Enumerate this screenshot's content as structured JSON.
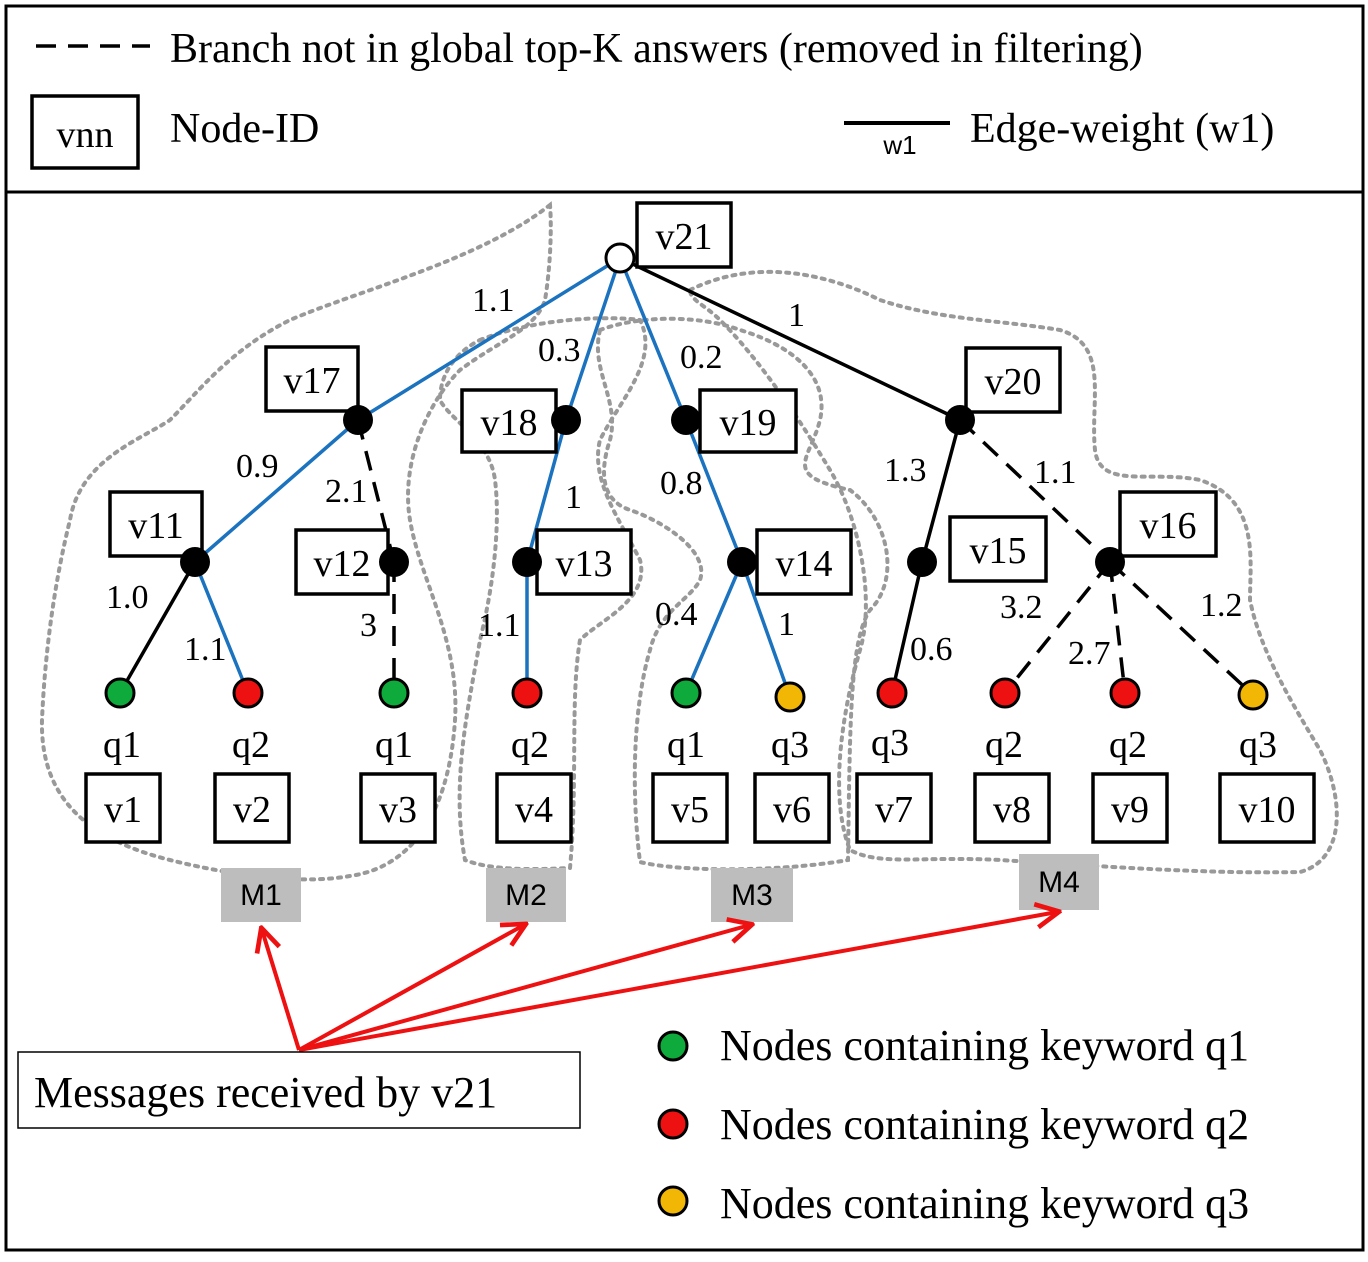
{
  "legend": {
    "dashed_text": "Branch not in global top-K answers (removed in filtering)",
    "node_id_box": "vnn",
    "node_id_text": "Node-ID",
    "edge_sample_weight": "w1",
    "edge_weight_text": "Edge-weight (w1)"
  },
  "root": {
    "id": "v21"
  },
  "internal_nodes": [
    "v17",
    "v18",
    "v19",
    "v20",
    "v11",
    "v12",
    "v13",
    "v14",
    "v15",
    "v16"
  ],
  "leaves": [
    {
      "keyword": "q1",
      "id": "v1",
      "color": "#0faa3c"
    },
    {
      "keyword": "q2",
      "id": "v2",
      "color": "#ee1111"
    },
    {
      "keyword": "q1",
      "id": "v3",
      "color": "#0faa3c"
    },
    {
      "keyword": "q2",
      "id": "v4",
      "color": "#ee1111"
    },
    {
      "keyword": "q1",
      "id": "v5",
      "color": "#0faa3c"
    },
    {
      "keyword": "q3",
      "id": "v6",
      "color": "#f2b705"
    },
    {
      "keyword": "q3",
      "id": "v7",
      "color": "#ee1111"
    },
    {
      "keyword": "q2",
      "id": "v8",
      "color": "#ee1111"
    },
    {
      "keyword": "q2",
      "id": "v9",
      "color": "#ee1111"
    },
    {
      "keyword": "q3",
      "id": "v10",
      "color": "#f2b705"
    }
  ],
  "edge_weights": [
    "1.1",
    "0.3",
    "0.2",
    "1",
    "0.9",
    "2.1",
    "1",
    "0.8",
    "1.3",
    "1.1",
    "1.0",
    "1.1",
    "3",
    "1.1",
    "0.4",
    "1",
    "0.6",
    "3.2",
    "2.7",
    "1.2"
  ],
  "messages": [
    "M1",
    "M2",
    "M3",
    "M4"
  ],
  "messages_caption": "Messages received by v21",
  "keyword_legend": [
    {
      "label": "Nodes containing keyword q1",
      "color": "#0faa3c"
    },
    {
      "label": "Nodes containing keyword q2",
      "color": "#ee1111"
    },
    {
      "label": "Nodes containing keyword q3",
      "color": "#f2b705"
    }
  ],
  "colors": {
    "tree_edge": "#1b72be",
    "arrow": "#ee1111",
    "message_box": "#bdbdbd",
    "region_outline": "#999999"
  }
}
